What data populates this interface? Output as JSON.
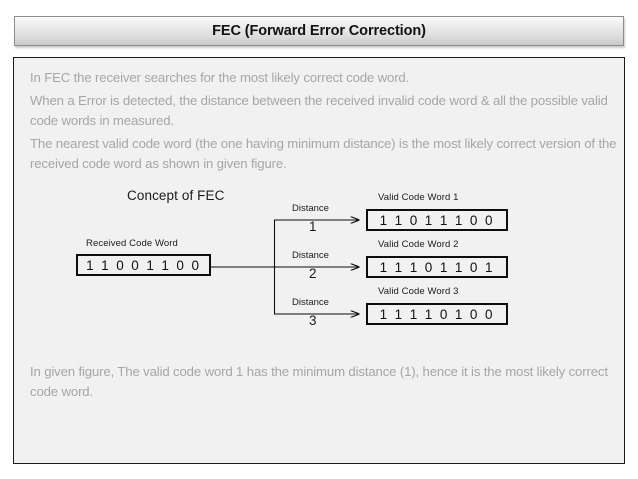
{
  "slide": {
    "title": "FEC (Forward Error Correction)",
    "paragraphs": [
      "In FEC the receiver searches for the most likely correct code word.",
      "When a Error is detected, the distance between the received invalid code word & all the possible valid code words in measured.",
      "The nearest valid code word (the one having minimum distance) is the most likely correct version of the received code word as shown in given figure.",
      "In given figure, The valid code word 1 has the minimum distance (1), hence it is the most likely correct code word."
    ]
  },
  "figure": {
    "heading": "Concept of FEC",
    "received": {
      "label": "Received Code Word",
      "bits": "1 1 0 0 1 1 0 0"
    },
    "distance_word": "Distance",
    "valid_words": [
      {
        "label": "Valid Code Word 1",
        "bits": "1 1 0 1 1 1 0 0",
        "distance": "1"
      },
      {
        "label": "Valid Code Word 2",
        "bits": "1 1 1 0 1 1 0 1",
        "distance": "2"
      },
      {
        "label": "Valid Code Word 3",
        "bits": "1 1 1 1 0 1 0 0",
        "distance": "3"
      }
    ]
  },
  "colors": {
    "title_bar_border": "#8d8d8d",
    "panel_border": "#1a1a1a",
    "panel_background": "#f1f1f1",
    "body_text": "#a6a6a6",
    "figure_ink": "#0d0d0d"
  }
}
